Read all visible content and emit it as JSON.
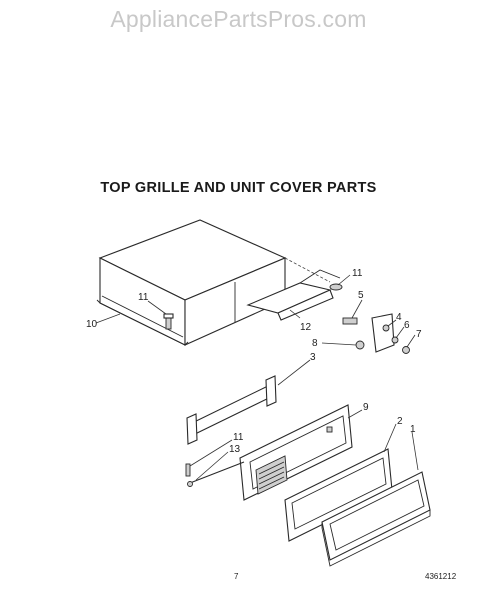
{
  "watermark": "AppliancePartsPros.com",
  "title": "TOP GRILLE AND UNIT COVER PARTS",
  "footer": {
    "page_number": "7",
    "document_number": "4361212"
  },
  "callouts": {
    "c10": "10",
    "c11a": "11",
    "c11b": "11",
    "c12": "12",
    "c5": "5",
    "c4": "4",
    "c6": "6",
    "c7": "7",
    "c8": "8",
    "c3": "3",
    "c9": "9",
    "c2": "2",
    "c1": "1",
    "c11c": "11",
    "c13": "13"
  }
}
